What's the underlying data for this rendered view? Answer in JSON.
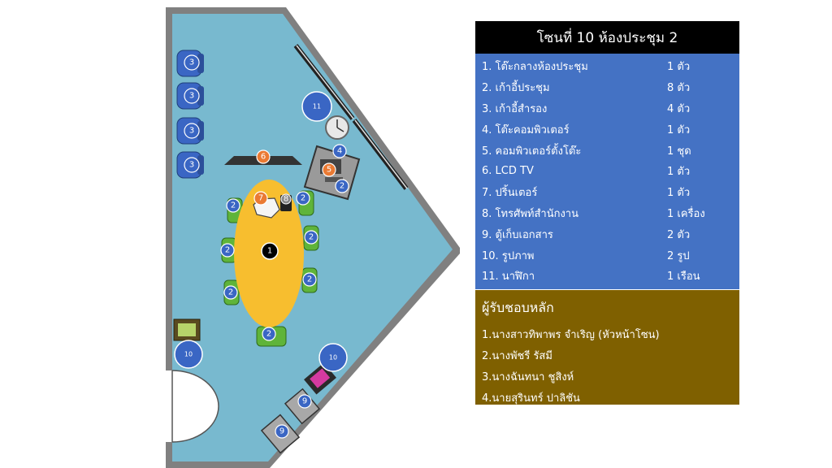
{
  "legend": {
    "title": "โซนที่ 10 ห้องประชุม 2",
    "items": [
      {
        "name": "1. โต๊ะกลางห้องประชุม",
        "qty": "1 ตัว"
      },
      {
        "name": "2. เก้าอี้ประชุม",
        "qty": "8 ตัว"
      },
      {
        "name": "3. เก้าอี้สำรอง",
        "qty": "4 ตัว"
      },
      {
        "name": "4. โต๊ะคอมพิวเตอร์",
        "qty": "1 ตัว"
      },
      {
        "name": "5. คอมพิวเตอร์ตั้งโต๊ะ",
        "qty": "1 ชุด"
      },
      {
        "name": "6. LCD TV",
        "qty": "1 ตัว"
      },
      {
        "name": "7. ปริ้นเตอร์",
        "qty": "1 ตัว"
      },
      {
        "name": "8. โทรศัพท์สำนักงาน",
        "qty": "1 เครื่อง"
      },
      {
        "name": "9. ตู้เก็บเอกสาร",
        "qty": "2 ตัว"
      },
      {
        "name": "10. รูปภาพ",
        "qty": "2 รูป"
      },
      {
        "name": "11. นาฬิกา",
        "qty": "1 เรือน"
      }
    ]
  },
  "staff": {
    "title": "ผู้รับชอบหลัก",
    "members": [
      "1.นางสาวทิพาพร จำเริญ  (หัวหน้าโซน)",
      "2.นางพัชรี รัสมี",
      "3.นางฉันทนา ชูสิงห์",
      "4.นายสุรินทร์ ปาลิชัน"
    ]
  },
  "plan": {
    "badges": {
      "table": "1",
      "chair": "2",
      "spare_chair": "3",
      "computer_desk": "4",
      "computer": "5",
      "tv": "6",
      "printer": "7",
      "phone": "8",
      "cabinet": "9",
      "picture": "10",
      "clock": "11"
    },
    "colors": {
      "floor": "#78b9cf",
      "wall": "#808080",
      "table": "#f7be2f",
      "chair": "#5fb43a",
      "badge_blue": "#3a66c4",
      "badge_orange": "#ea7a33",
      "badge_black": "#000000"
    }
  }
}
